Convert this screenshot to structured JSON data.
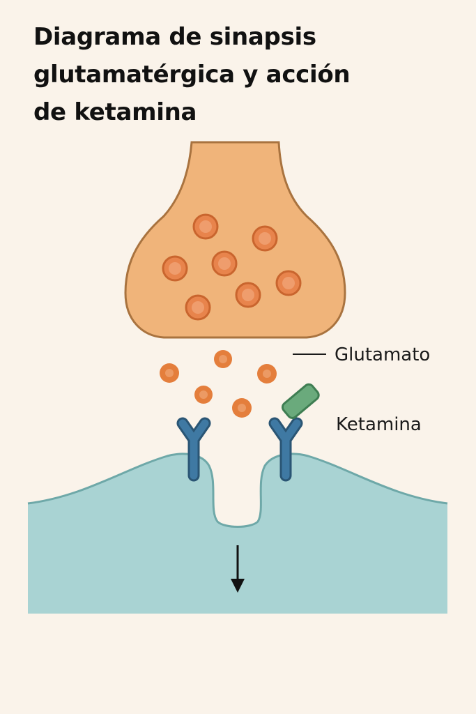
{
  "title_lines": [
    "Diagrama de sinapsis",
    "glutamatérgica y acción",
    "de ketamina"
  ],
  "labels": {
    "glutamate": "Glutamato",
    "ketamine": "Ketamina"
  },
  "colors": {
    "background": "#faf3ea",
    "presynaptic_fill": "#f0b47a",
    "presynaptic_stroke": "#a9733f",
    "vesicle_fill": "#e8844c",
    "vesicle_stroke": "#c9652e",
    "glutamate_fill": "#e47e3c",
    "postsynaptic_fill": "#a9d3d3",
    "postsynaptic_stroke": "#6ea8a8",
    "receptor_fill": "#3f79a3",
    "receptor_stroke": "#2a5574",
    "ketamine_fill": "#6aaa7c",
    "ketamine_stroke": "#3e7d52",
    "arrow": "#111111"
  }
}
